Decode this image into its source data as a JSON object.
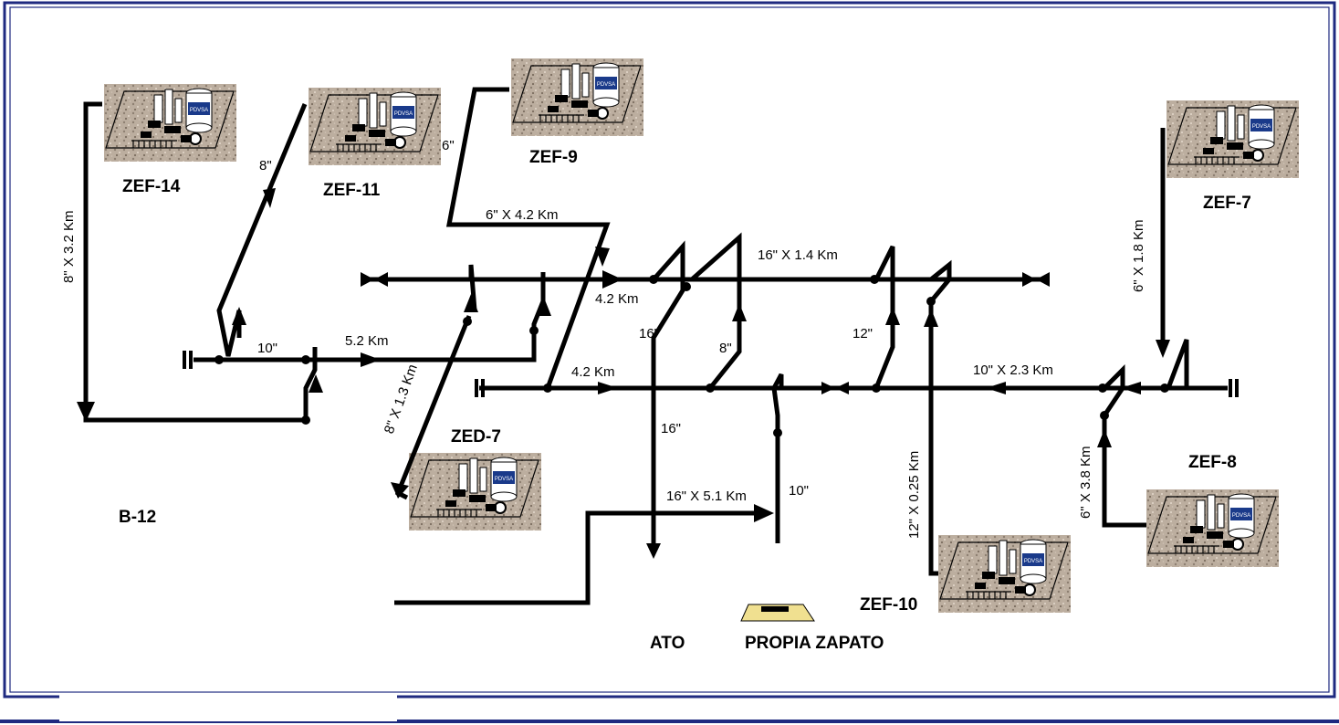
{
  "stations": [
    {
      "id": "ZEF-14",
      "label": "ZEF-14",
      "logo": "PDVSA"
    },
    {
      "id": "ZEF-11",
      "label": "ZEF-11",
      "logo": "PDVSA"
    },
    {
      "id": "ZEF-9",
      "label": "ZEF-9",
      "logo": "PDVSA"
    },
    {
      "id": "ZEF-7",
      "label": "ZEF-7",
      "logo": "PDVSA"
    },
    {
      "id": "ZED-7",
      "label": "ZED-7",
      "logo": "PDVSA"
    },
    {
      "id": "ZEF-8",
      "label": "ZEF-8",
      "logo": "PDVSA"
    },
    {
      "id": "ZEF-10",
      "label": "ZEF-10",
      "logo": "PDVSA"
    }
  ],
  "pipe_labels": [
    "8\"",
    "6\"",
    "8\" X 3.2 Km",
    "6\" X 4.2 Km",
    "16\" X 1.4 Km",
    "6\" X 1.8 Km",
    "4.2 Km",
    "16\"",
    "8\"",
    "12\"",
    "10\"",
    "5.2 Km",
    "4.2 Km",
    "10\" X 2.3 Km",
    "8\" X 1.3 Km",
    "12\" X 0.25 Km",
    "6\" X 3.8 Km",
    "16\"",
    "16\" X 5.1 Km",
    "10\""
  ],
  "area_labels": [
    "B-12",
    "ATO",
    "PROPIA ZAPATO"
  ],
  "colors": {
    "frame": "#1f2a80",
    "pipe": "#000000",
    "gravel": "#b9a998"
  }
}
